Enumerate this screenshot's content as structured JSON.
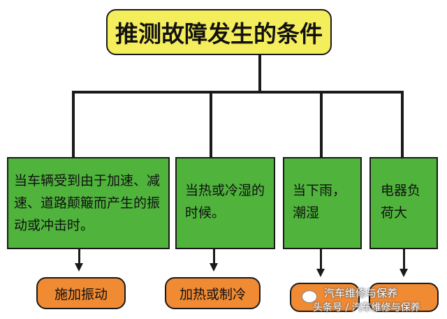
{
  "title": "推测故障发生的条件",
  "conditions": [
    {
      "text": "当车辆受到由于加速、减速、道路颠簸而产生的振动或冲击时。",
      "result": "施加振动"
    },
    {
      "text": "当热或冷湿的时候。",
      "result": "加热或制冷"
    },
    {
      "text": "当下雨，潮湿",
      "result": ""
    },
    {
      "text": "电器负荷大",
      "result": ""
    }
  ],
  "watermark": {
    "top": "汽车维修与保养",
    "bottom": "头条号 / 汽车维修与保养"
  },
  "colors": {
    "title_bg": "#f5ee5c",
    "condition_bg": "#4fb33c",
    "result_bg": "#f08a33"
  }
}
